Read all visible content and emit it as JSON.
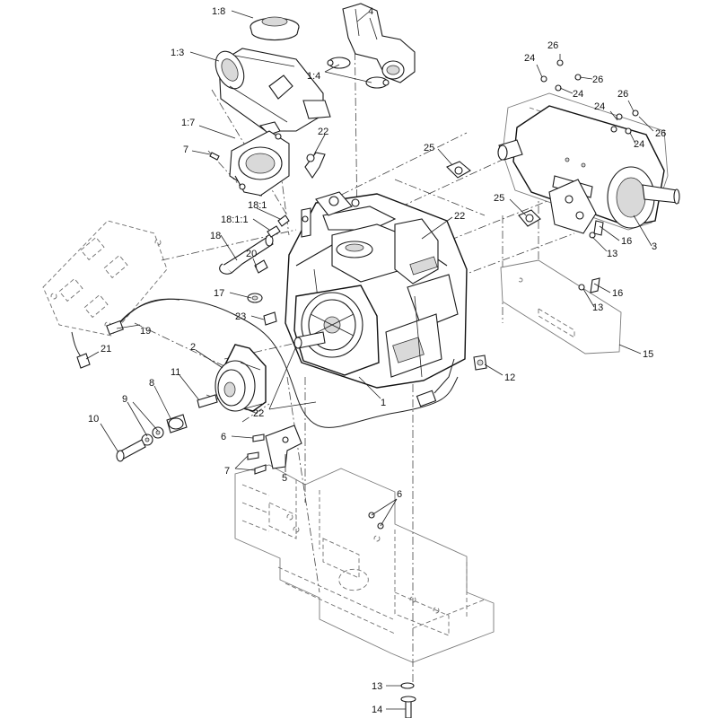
{
  "callouts": {
    "c_1_8": "1:8",
    "c_4": "4",
    "c_1_3": "1:3",
    "c_1_4": "1:4",
    "c_26a": "26",
    "c_24a": "24",
    "c_26b": "26",
    "c_24b": "24",
    "c_26c": "26",
    "c_24c": "24",
    "c_26d": "26",
    "c_24d": "24",
    "c_1_7": "1:7",
    "c_22a": "22",
    "c_7a": "7",
    "c_25a": "25",
    "c_18_1": "18:1",
    "c_25b": "25",
    "c_22b": "22",
    "c_18_1_1": "18:1:1",
    "c_18": "18",
    "c_16a": "16",
    "c_13a": "13",
    "c_3": "3",
    "c_20": "20",
    "c_17": "17",
    "c_16b": "16",
    "c_13b": "13",
    "c_23": "23",
    "c_19": "19",
    "c_21": "21",
    "c_15": "15",
    "c_2": "2",
    "c_11": "11",
    "c_12": "12",
    "c_8": "8",
    "c_9": "9",
    "c_1": "1",
    "c_22c": "22",
    "c_10": "10",
    "c_6a": "6",
    "c_7b": "7",
    "c_5": "5",
    "c_6b": "6",
    "c_13c": "13",
    "c_14": "14"
  }
}
